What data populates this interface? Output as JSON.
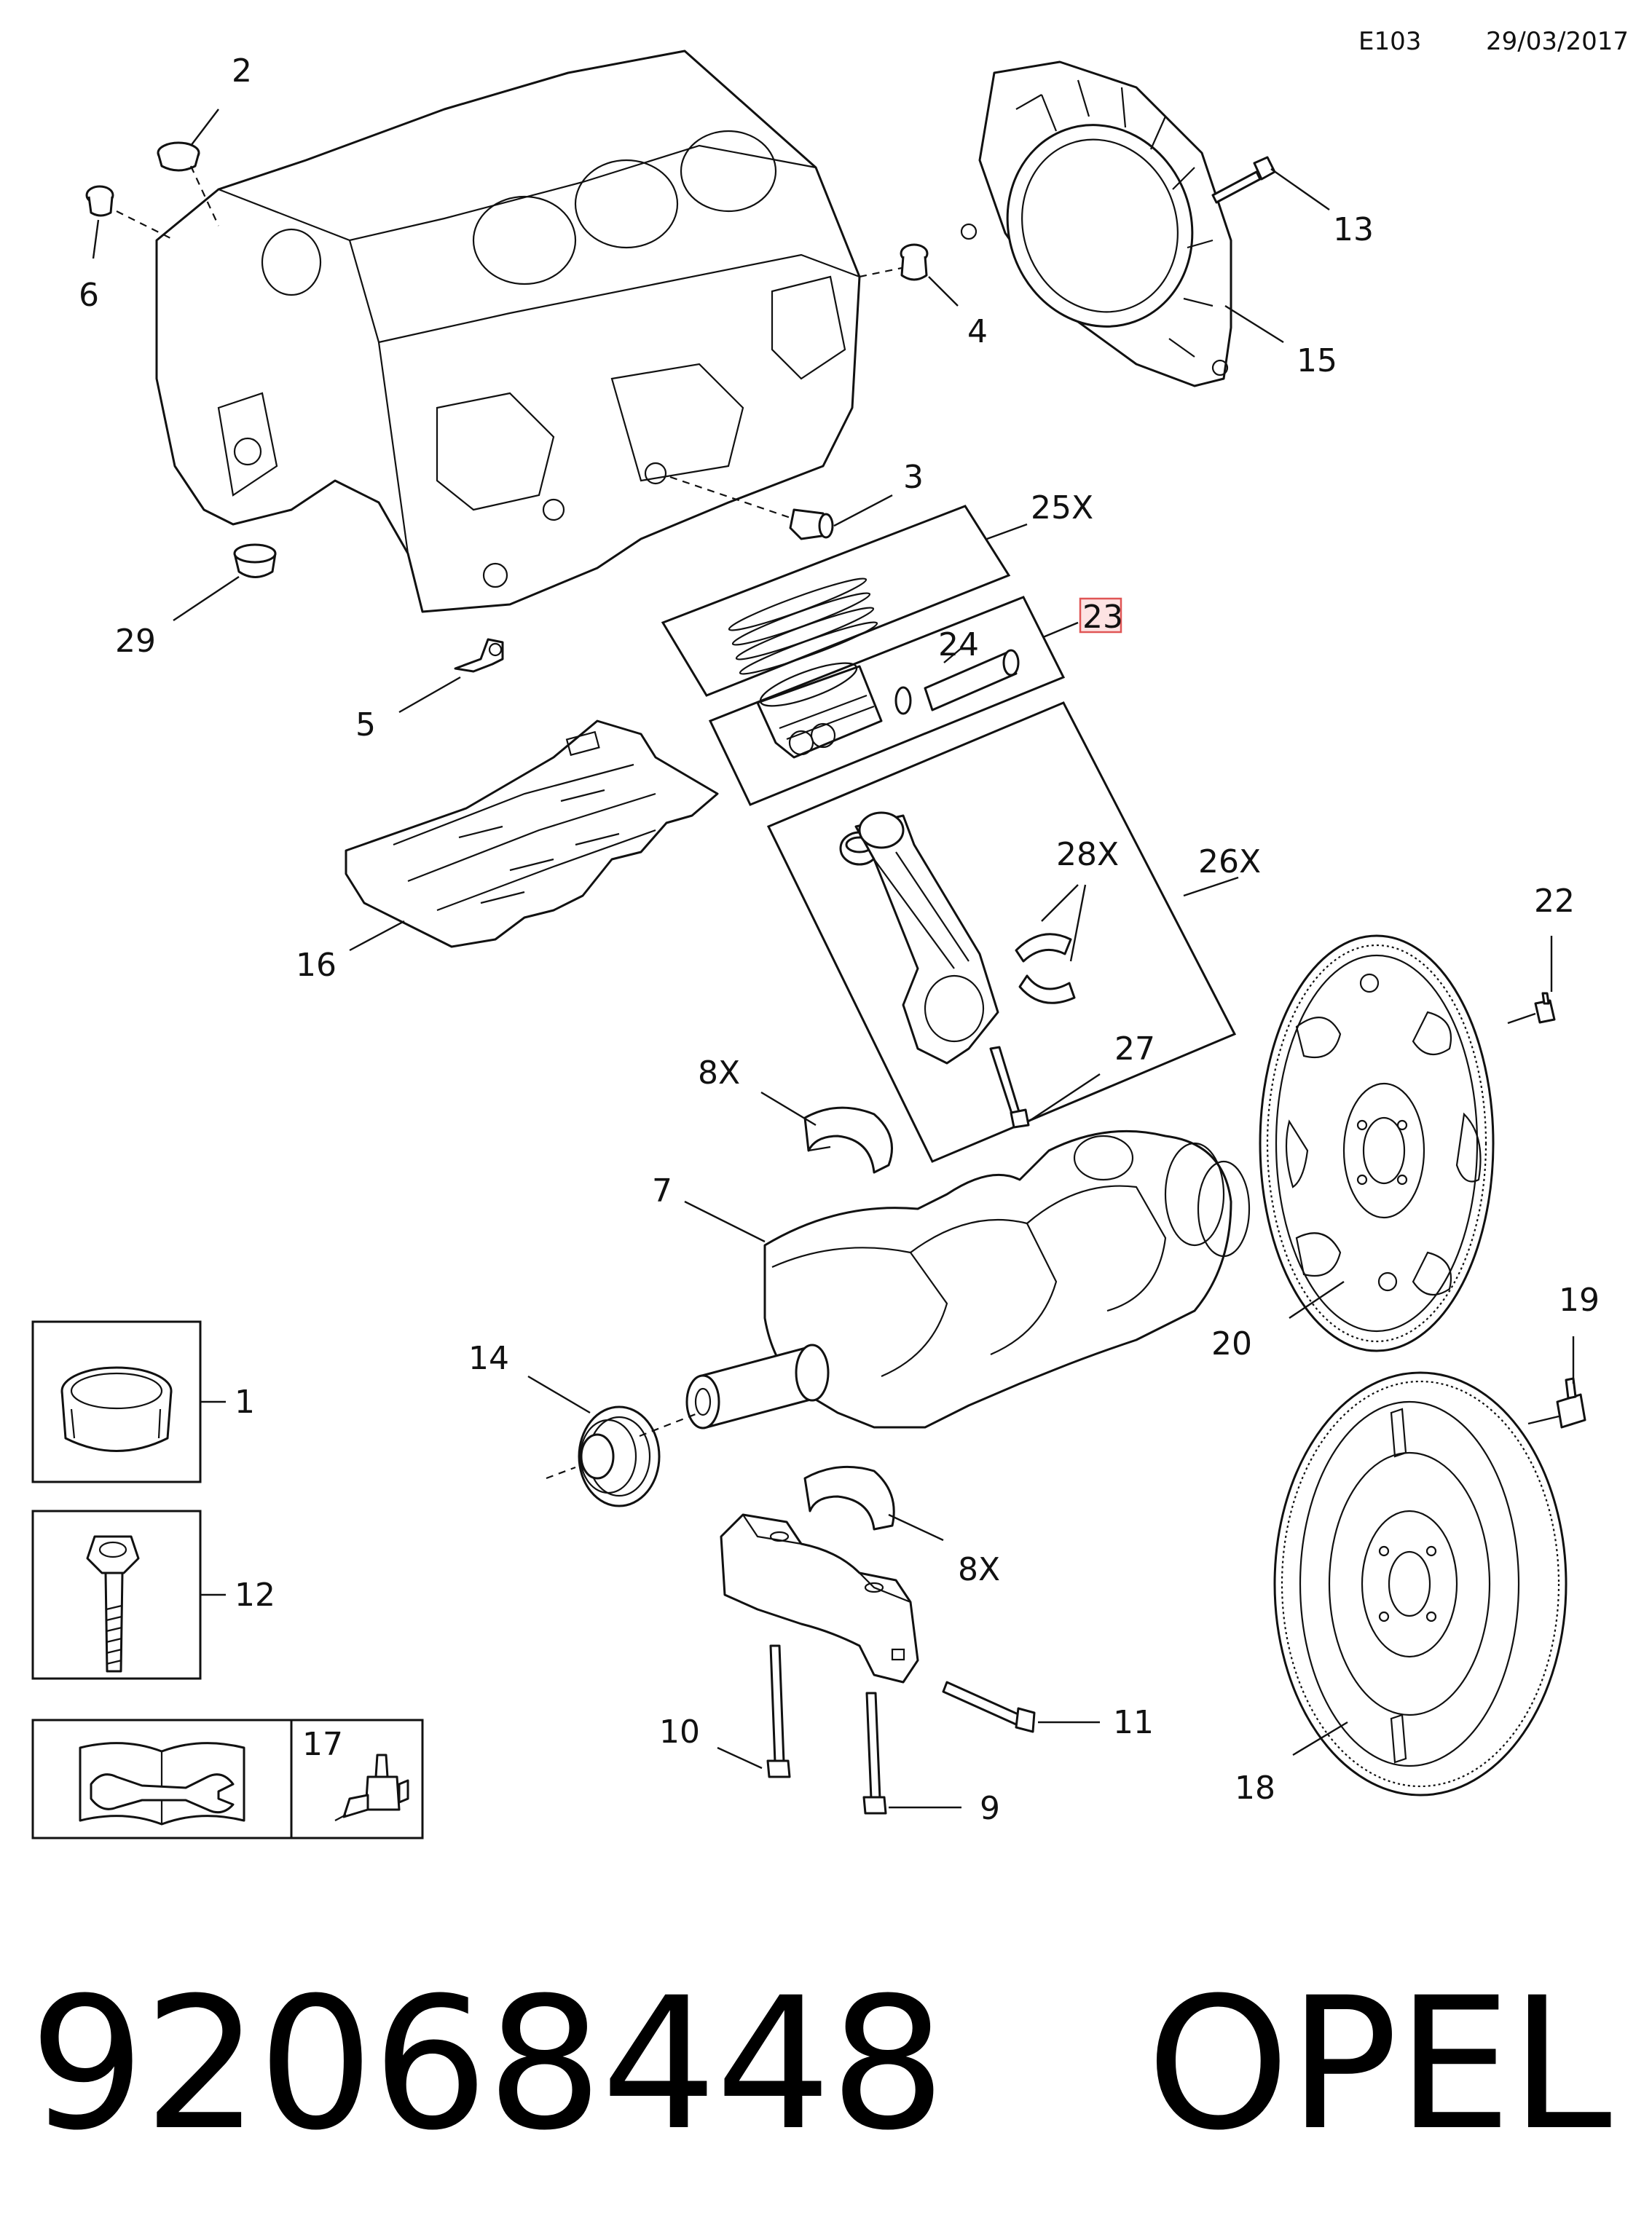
{
  "header": {
    "code": "E103",
    "date": "29/03/2017"
  },
  "callouts": {
    "c1": "1",
    "c2": "2",
    "c3": "3",
    "c4": "4",
    "c5": "5",
    "c6": "6",
    "c7": "7",
    "c8a": "8X",
    "c8b": "8X",
    "c9": "9",
    "c10": "10",
    "c11": "11",
    "c12": "12",
    "c13": "13",
    "c14": "14",
    "c15": "15",
    "c16": "16",
    "c17": "17",
    "c18": "18",
    "c19": "19",
    "c20": "20",
    "c22": "22",
    "c23": "23",
    "c24": "24",
    "c25": "25X",
    "c26": "26X",
    "c27": "27",
    "c28": "28X",
    "c29": "29"
  },
  "footer": {
    "part_number": "92068448",
    "brand": "OPEL"
  },
  "colors": {
    "line": "#111111",
    "highlight": "#e05555",
    "highlight_fill": "#fde3e3"
  }
}
